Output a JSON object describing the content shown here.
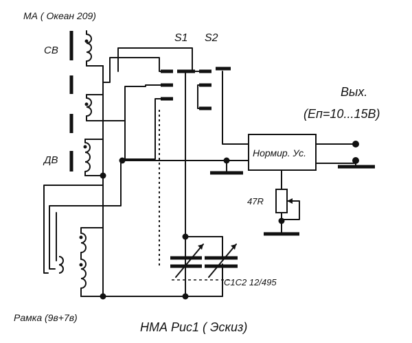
{
  "labels": {
    "ma": "МА  ( Океан 209)",
    "sv": "СВ",
    "dv": "ДВ",
    "s1": "S1",
    "s2": "S2",
    "out": "Вых.",
    "supply": "(Еп=10...15В)",
    "amp": "Нормир. Ус.",
    "resistor": "47R",
    "cap": "C1C2 12/495",
    "frame": "Рамка  (9в+7в)",
    "caption": "НМА Рис1  ( Эскиз)"
  },
  "colors": {
    "ink": "#111111",
    "background": "#ffffff"
  }
}
